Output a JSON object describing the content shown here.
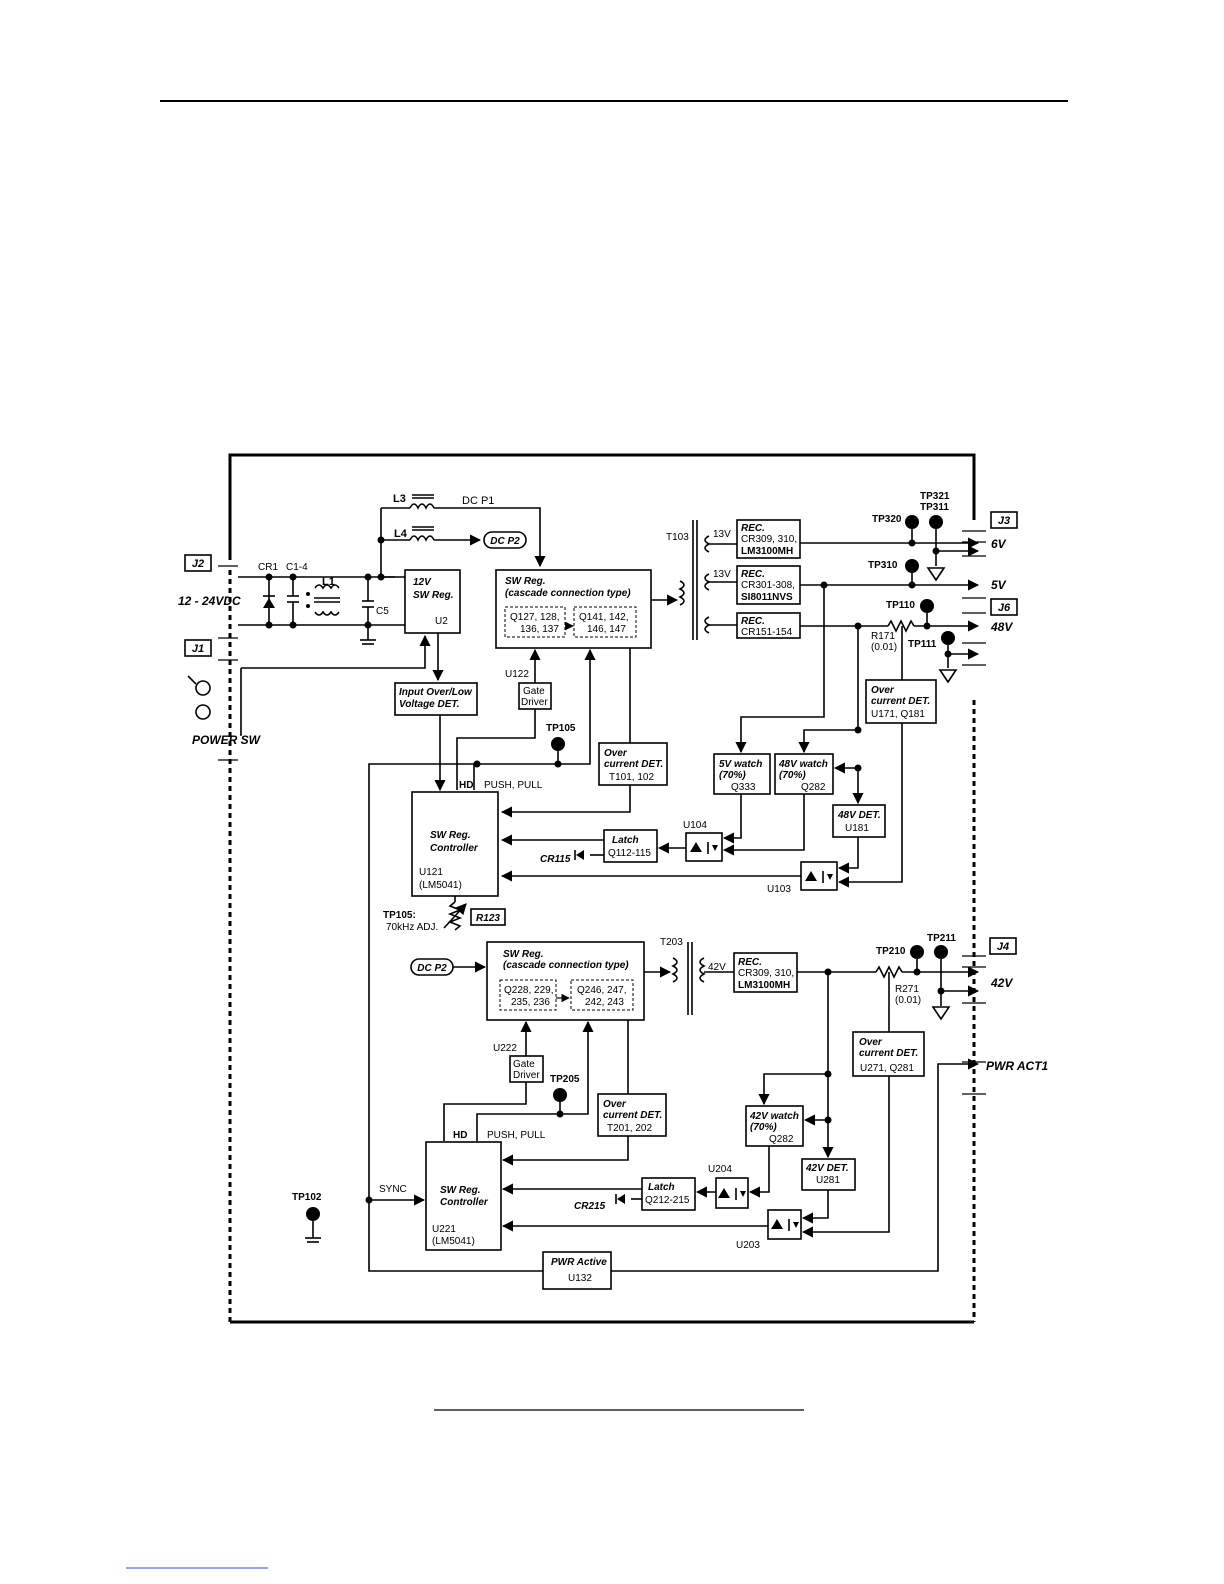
{
  "connectors": {
    "j2": "J2",
    "j1": "J1",
    "j3": "J3",
    "j6": "J6",
    "j4": "J4"
  },
  "input": {
    "voltage": "12 - 24VDC",
    "power_sw": "POWER SW",
    "cr1": "CR1",
    "c14": "C1-4",
    "l1": "L1",
    "c5": "C5"
  },
  "dcp1": {
    "l3": "L3",
    "label": "DC P1",
    "l4": "L4",
    "dcp2": "DC P2"
  },
  "sw12": {
    "line1": "12V",
    "line2": "SW Reg.",
    "ref": "U2"
  },
  "ovlv": {
    "line1": "Input Over/Low",
    "line2": "Voltage DET."
  },
  "swreg1": {
    "line1": "SW Reg.",
    "line2": "(cascade connection type)",
    "qa1": "Q127, 128,",
    "qa2": "136, 137",
    "qb1": "Q141, 142,",
    "qb2": "146, 147"
  },
  "gate1": {
    "ref": "U122",
    "line1": "Gate",
    "line2": "Driver"
  },
  "tp105": "TP105",
  "ocd1": {
    "line1": "Over",
    "line2": "current DET.",
    "ref": "T101, 102"
  },
  "ctrl1": {
    "hd": "HD",
    "pp": "PUSH, PULL",
    "line1": "SW Reg.",
    "line2": "Controller",
    "ref1": "U121",
    "ref2": "(LM5041)"
  },
  "latch1": {
    "line1": "Latch",
    "ref": "Q112-115",
    "cr": "CR115"
  },
  "u104": "U104",
  "u103": "U103",
  "adj": {
    "line1": "TP105:",
    "line2": "70kHz ADJ.",
    "r": "R123"
  },
  "t103": {
    "ref": "T103",
    "w1": "13V",
    "w2": "13V"
  },
  "rec1": {
    "line1": "REC.",
    "line2": "CR309, 310,",
    "line3": "LM3100MH"
  },
  "rec2": {
    "line1": "REC.",
    "line2": "CR301-308,",
    "line3": "SI8011NVS"
  },
  "rec3": {
    "line1": "REC.",
    "line2": "CR151-154"
  },
  "tps": {
    "tp321": "TP321",
    "tp311": "TP311",
    "tp320": "TP320",
    "tp310": "TP310",
    "tp110": "TP110",
    "tp111": "TP111",
    "tp102": "TP102",
    "tp210": "TP210",
    "tp211": "TP211",
    "tp205": "TP205"
  },
  "outputs": {
    "v6": "6V",
    "v5": "5V",
    "v48": "48V",
    "v42": "42V",
    "pwract": "PWR ACT1"
  },
  "r171": {
    "ref": "R171",
    "val": "(0.01)"
  },
  "ocd171": {
    "line1": "Over",
    "line2": "current DET.",
    "ref": "U171, Q181"
  },
  "w5v": {
    "line1": "5V watch",
    "line2": "(70%)",
    "ref": "Q333"
  },
  "w48v": {
    "line1": "48V watch",
    "line2": "(70%)",
    "ref": "Q282"
  },
  "d48v": {
    "line1": "48V DET.",
    "ref": "U181"
  },
  "swreg2": {
    "line1": "SW Reg.",
    "line2": "(cascade connection type)",
    "qa1": "Q228, 229,",
    "qa2": "235, 236",
    "qb1": "Q246, 247,",
    "qb2": "242, 243"
  },
  "t203": {
    "ref": "T203",
    "w": "42V"
  },
  "rec4": {
    "line1": "REC.",
    "line2": "CR309, 310,",
    "line3": "LM3100MH"
  },
  "r271": {
    "ref": "R271",
    "val": "(0.01)"
  },
  "ocd271": {
    "line1": "Over",
    "line2": "current DET.",
    "ref": "U271, Q281"
  },
  "gate2": {
    "ref": "U222",
    "line1": "Gate",
    "line2": "Driver"
  },
  "ocd2": {
    "line1": "Over",
    "line2": "current DET.",
    "ref": "T201, 202"
  },
  "w42v": {
    "line1": "42V watch",
    "line2": "(70%)",
    "ref": "Q282"
  },
  "d42v": {
    "line1": "42V DET.",
    "ref": "U281"
  },
  "u204": "U204",
  "u203": "U203",
  "latch2": {
    "line1": "Latch",
    "ref": "Q212-215",
    "cr": "CR215"
  },
  "ctrl2": {
    "hd": "HD",
    "pp": "PUSH, PULL",
    "sync": "SYNC",
    "line1": "SW Reg.",
    "line2": "Controller",
    "ref1": "U221",
    "ref2": "(LM5041)"
  },
  "pwr": {
    "line1": "PWR Active",
    "ref": "U132"
  }
}
